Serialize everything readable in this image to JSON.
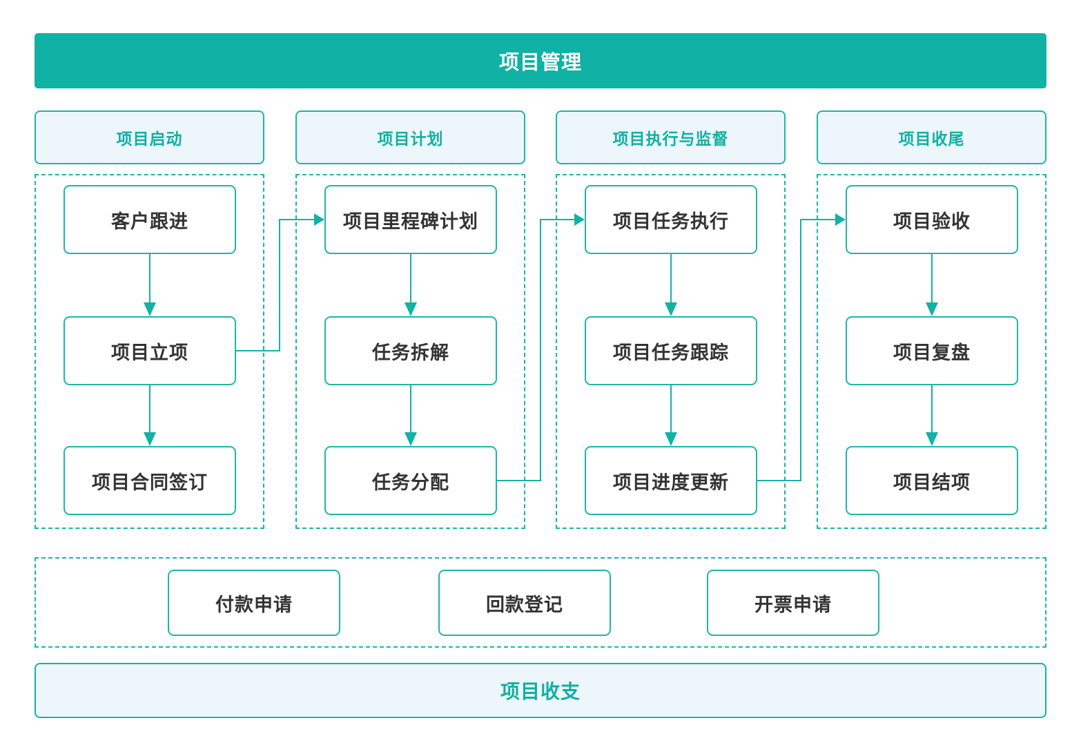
{
  "title": "项目管理",
  "columns": [
    {
      "header": "项目启动",
      "nodes": [
        "客户跟进",
        "项目立项",
        "项目合同签订"
      ]
    },
    {
      "header": "项目计划",
      "nodes": [
        "项目里程碑计划",
        "任务拆解",
        "任务分配"
      ]
    },
    {
      "header": "项目执行与监督",
      "nodes": [
        "项目任务执行",
        "项目任务跟踪",
        "项目进度更新"
      ]
    },
    {
      "header": "项目收尾",
      "nodes": [
        "项目验收",
        "项目复盘",
        "项目结项"
      ]
    }
  ],
  "connections": [
    {
      "from": "客户跟进",
      "to": "项目立项"
    },
    {
      "from": "项目立项",
      "to": "项目合同签订"
    },
    {
      "from": "项目立项",
      "to": "项目里程碑计划"
    },
    {
      "from": "项目里程碑计划",
      "to": "任务拆解"
    },
    {
      "from": "任务拆解",
      "to": "任务分配"
    },
    {
      "from": "任务分配",
      "to": "项目任务执行"
    },
    {
      "from": "项目任务执行",
      "to": "项目任务跟踪"
    },
    {
      "from": "项目任务跟踪",
      "to": "项目进度更新"
    },
    {
      "from": "项目进度更新",
      "to": "项目验收"
    },
    {
      "from": "项目验收",
      "to": "项目复盘"
    },
    {
      "from": "项目复盘",
      "to": "项目结项"
    }
  ],
  "finance": {
    "nodes": [
      "付款申请",
      "回款登记",
      "开票申请"
    ]
  },
  "footer": "项目收支",
  "colors": {
    "primary_teal": "#0fb2a4",
    "border_teal": "#1eb6a8",
    "light_fill": "#edf6fb",
    "node_text": "#333333",
    "banner_text": "#ffffff"
  }
}
